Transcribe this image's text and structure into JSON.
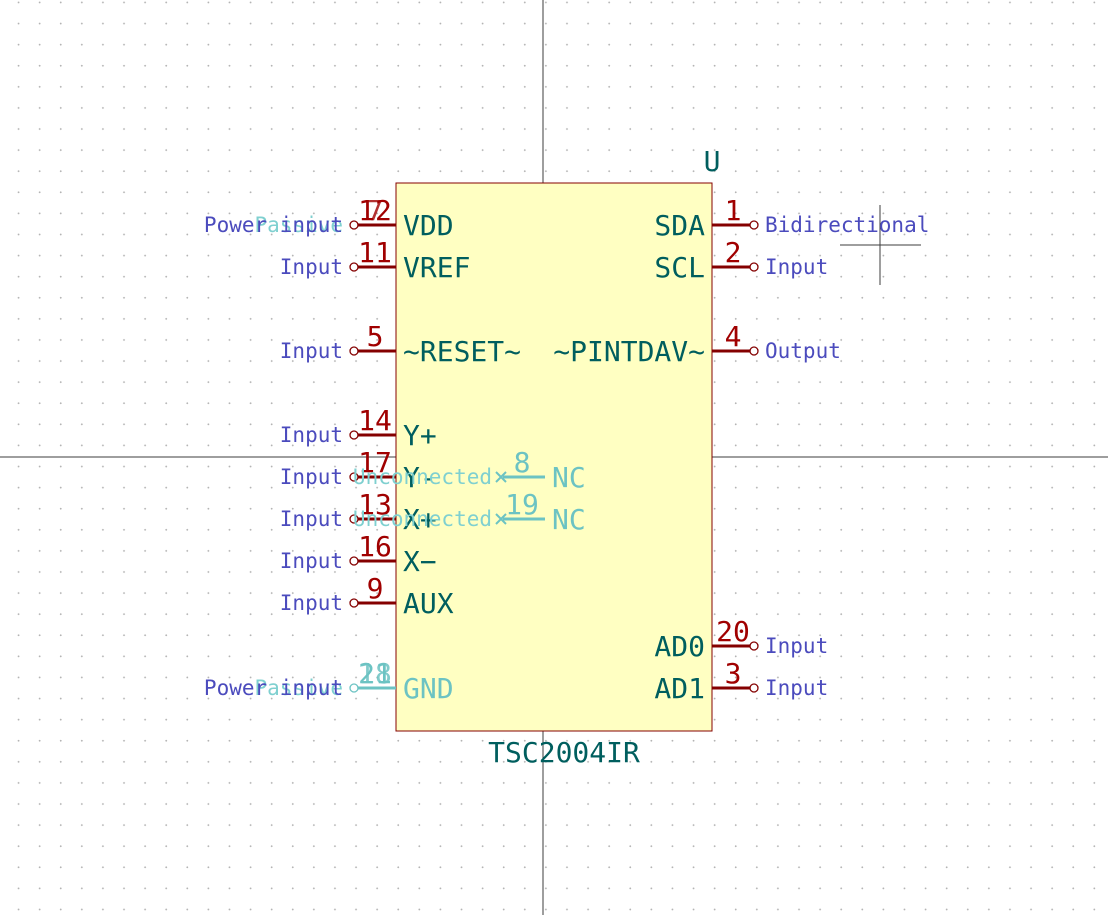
{
  "symbol": {
    "reference": "U",
    "value": "TSC2004IR"
  },
  "pins_left": [
    {
      "number": "12",
      "name": "VDD",
      "etype": "Power input"
    },
    {
      "number": "11",
      "name": "VREF",
      "etype": "Input"
    },
    {
      "number": "5",
      "name": "~RESET~",
      "etype": "Input"
    },
    {
      "number": "14",
      "name": "Y+",
      "etype": "Input"
    },
    {
      "number": "17",
      "name": "Y-",
      "etype": "Input"
    },
    {
      "number": "13",
      "name": "X+",
      "etype": "Input"
    },
    {
      "number": "16",
      "name": "X−",
      "etype": "Input"
    },
    {
      "number": "9",
      "name": "AUX",
      "etype": "Input"
    },
    {
      "number": "18",
      "name": "GND",
      "etype": "Power input"
    }
  ],
  "pins_left_stacked": [
    {
      "number": "7",
      "etype": "Passive"
    },
    {
      "number": "21",
      "etype": "Passive"
    }
  ],
  "pins_right": [
    {
      "number": "1",
      "name": "SDA",
      "etype": "Bidirectional"
    },
    {
      "number": "2",
      "name": "SCL",
      "etype": "Input"
    },
    {
      "number": "4",
      "name": "~PINTDAV~",
      "etype": "Output"
    },
    {
      "number": "20",
      "name": "AD0",
      "etype": "Input"
    },
    {
      "number": "3",
      "name": "AD1",
      "etype": "Input"
    }
  ],
  "pins_nc": [
    {
      "number": "8",
      "name": "NC",
      "etype": "Unconnected"
    },
    {
      "number": "19",
      "name": "NC",
      "etype": "Unconnected"
    }
  ],
  "colors": {
    "body_fill": "#ffffc2",
    "body_outline": "#840000",
    "pin_line": "#840000",
    "pin_number": "#a00000",
    "pin_name": "#005e5e",
    "electrical_type": "#4b4bbd",
    "hidden_pin": "#6cc3c3"
  }
}
